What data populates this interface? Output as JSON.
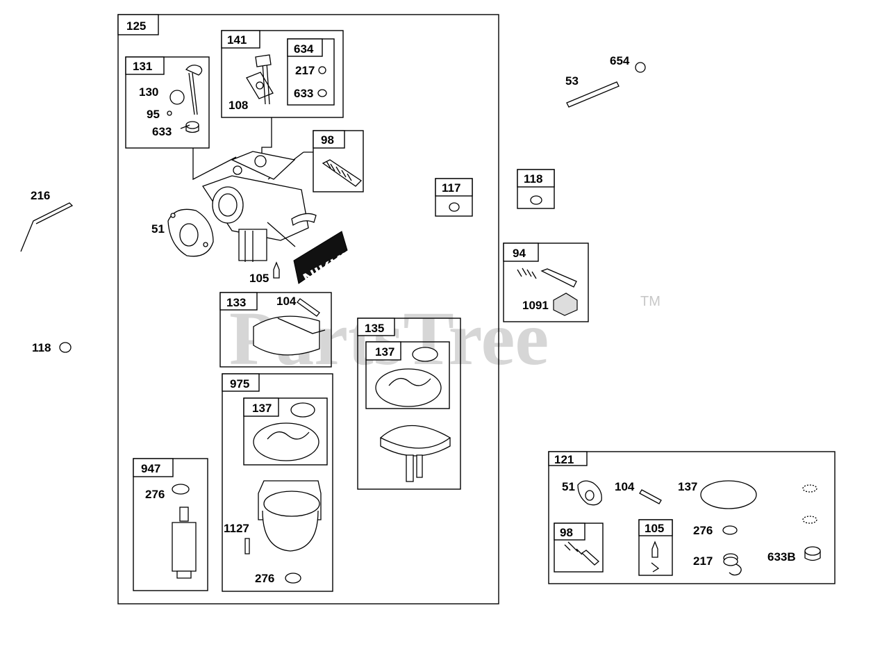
{
  "watermark": {
    "text": "PartsTree",
    "tm": "TM"
  },
  "brand_logo": "NIKKI",
  "boxes": {
    "b125": "125",
    "b131": "131",
    "b141": "141",
    "b634": "634",
    "b98a": "98",
    "b117": "117",
    "b118b": "118",
    "b94": "94",
    "b133": "133",
    "b135": "135",
    "b137a": "137",
    "b975": "975",
    "b137b": "137",
    "b947": "947",
    "b121": "121",
    "b98b": "98",
    "b105b": "105"
  },
  "labels": {
    "l216": "216",
    "l118a": "118",
    "l654": "654",
    "l53": "53",
    "l130": "130",
    "l95": "95",
    "l633a": "633",
    "l108": "108",
    "l217a": "217",
    "l633b": "633",
    "l51a": "51",
    "l105a": "105",
    "l104a": "104",
    "l1091": "1091",
    "l276a": "276",
    "l1127": "1127",
    "l276b": "276",
    "l51b": "51",
    "l104b": "104",
    "l137c": "137",
    "l276c": "276",
    "l217b": "217",
    "l633B": "633B"
  }
}
